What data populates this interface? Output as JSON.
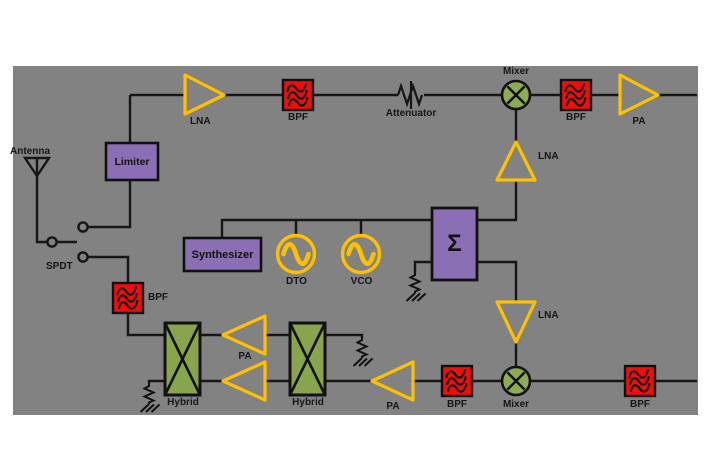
{
  "diagram": {
    "description": "RF transceiver block diagram on gray canvas",
    "colors": {
      "canvas": "#828282",
      "background": "#ffffff",
      "wire": "#161616",
      "amplifier_outline": "#FFC000",
      "filter_fill": "#F90A0A",
      "mixer_fill": "#8CAB52",
      "hybrid_fill": "#88A44C",
      "block_fill": "#8A6FB4",
      "text": "#161616"
    },
    "labels": {
      "antenna": "Antenna",
      "spdt": "SPDT",
      "limiter": "Limiter",
      "lna_rx": "LNA",
      "bpf_rx1": "BPF",
      "attenuator": "Attenuator",
      "mixer_rx": "Mixer",
      "bpf_rx2": "BPF",
      "pa_rx": "PA",
      "synthesizer": "Synthesizer",
      "dto": "DTO",
      "vco": "VCO",
      "sigma": "Σ",
      "lna_lo_up": "LNA",
      "lna_lo_down": "LNA",
      "bpf_tx_in": "BPF",
      "hybrid1": "Hybrid",
      "hybrid2": "Hybrid",
      "pa_pair": "PA",
      "pa_tx": "PA",
      "bpf_tx1": "BPF",
      "mixer_tx": "Mixer",
      "bpf_tx2": "BPF"
    }
  }
}
